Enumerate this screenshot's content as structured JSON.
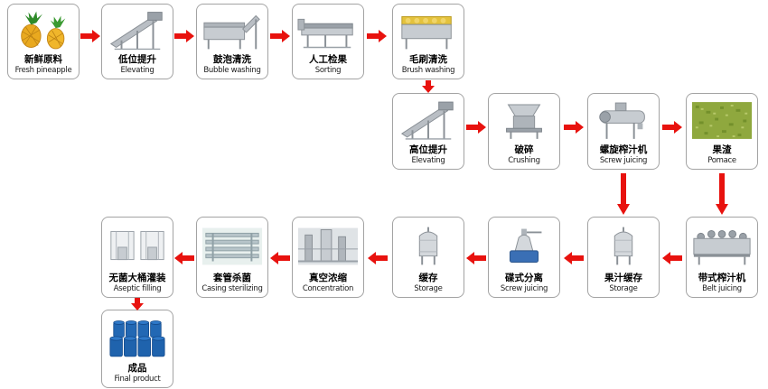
{
  "colors": {
    "arrow_red": "#e8120e",
    "box_border": "#a3a3a3",
    "background": "#ffffff"
  },
  "rows": [
    {
      "steps": [
        {
          "zh": "新鲜原料",
          "en": "Fresh pineapple",
          "image": "pineapple-photo"
        },
        {
          "zh": "低位提升",
          "en": "Elevating",
          "image": "inclined-conveyor-photo"
        },
        {
          "zh": "鼓泡清洗",
          "en": "Bubble washing",
          "image": "bubble-washer-photo"
        },
        {
          "zh": "人工检果",
          "en": "Sorting",
          "image": "sorting-conveyor-photo"
        },
        {
          "zh": "毛刷清洗",
          "en": "Brush washing",
          "image": "brush-washer-photo"
        }
      ]
    },
    {
      "steps": [
        {
          "zh": "高位提升",
          "en": "Elevating",
          "image": "inclined-conveyor-photo"
        },
        {
          "zh": "破碎",
          "en": "Crushing",
          "image": "crusher-photo"
        },
        {
          "zh": "螺旋榨汁机",
          "en": "Screw juicing",
          "image": "screw-press-photo"
        },
        {
          "zh": "果渣",
          "en": "Pomace",
          "image": "pomace-photo"
        }
      ]
    },
    {
      "steps": [
        {
          "zh": "无菌大桶灌装",
          "en": "Aseptic filling",
          "image": "aseptic-filler-photo"
        },
        {
          "zh": "套管杀菌",
          "en": "Casing sterilizing",
          "image": "sterilizer-pipes-photo"
        },
        {
          "zh": "真空浓缩",
          "en": "Concentration",
          "image": "vacuum-evaporator-photo"
        },
        {
          "zh": "缓存",
          "en": "Storage",
          "image": "storage-tank-photo"
        },
        {
          "zh": "碟式分离",
          "en": "Screw juicing",
          "image": "disc-separator-photo"
        },
        {
          "zh": "果汁缓存",
          "en": "Storage",
          "image": "storage-tank-photo"
        },
        {
          "zh": "带式榨汁机",
          "en": "Belt juicing",
          "image": "belt-press-photo"
        }
      ]
    },
    {
      "steps": [
        {
          "zh": "成品",
          "en": "Final product",
          "image": "blue-drums-photo"
        }
      ]
    }
  ]
}
